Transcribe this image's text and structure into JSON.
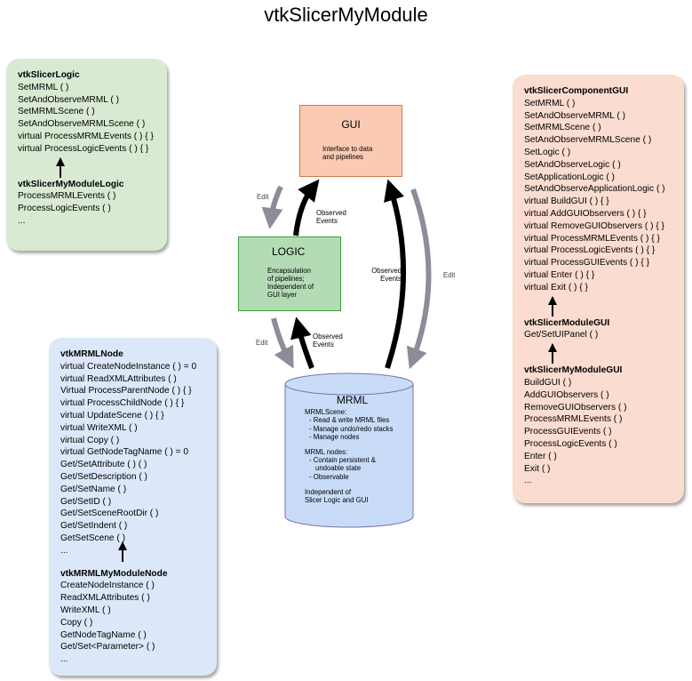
{
  "title": "vtkSlicerMyModule",
  "colors": {
    "logic_panel_bg": "#d9ead3",
    "gui_panel_bg": "#fbdcd0",
    "node_panel_bg": "#dce8f9",
    "gui_box_bg": "#fbcab2",
    "logic_box_bg": "#b3dcb5",
    "mrml_cylinder_bg": "#c8dcf8",
    "observed_arrow": "#000000",
    "edit_arrow": "#8e8c98"
  },
  "logic_panel": {
    "base_class": "vtkSlicerLogic",
    "base_methods": [
      "SetMRML ( )",
      "SetAndObserveMRML ( )",
      "SetMRMLScene ( )",
      "SetAndObserveMRMLScene ( )",
      "virtual ProcessMRMLEvents ( ) { }",
      "virtual ProcessLogicEvents ( ) { }"
    ],
    "derived_class": "vtkSlicerMyModuleLogic",
    "derived_methods": [
      "ProcessMRMLEvents ( )",
      "ProcessLogicEvents ( )",
      "..."
    ]
  },
  "gui_panel": {
    "base_class": "vtkSlicerComponentGUI",
    "base_methods": [
      "SetMRML ( )",
      "SetAndObserveMRML ( )",
      "SetMRMLScene ( )",
      "SetAndObserveMRMLScene ( )",
      "SetLogic ( )",
      "SetAndObserveLogic ( )",
      "SetApplicationLogic ( )",
      "SetAndObserveApplicationLogic ( )",
      "virtual BuildGUI ( ) { }",
      "virtual AddGUIObservers ( ) { }",
      "virtual RemoveGUIObservers ( ) { }",
      "virtual ProcessMRMLEvents ( ) { }",
      "virtual ProcessLogicEvents ( ) { }",
      "virtual ProcessGUIEvents ( ) { }",
      "virtual Enter ( ) { }",
      "virtual Exit ( ) { }"
    ],
    "middle_class": "vtkSlicerModuleGUI",
    "middle_methods": [
      "Get/SetUIPanel ( )"
    ],
    "derived_class": "vtkSlicerMyModuleGUI",
    "derived_methods": [
      "BuildGUI ( )",
      "AddGUIObservers ( )",
      "RemoveGUIObservers ( )",
      "ProcessMRMLEvents ( )",
      "ProcessGUIEvents ( )",
      "ProcessLogicEvents ( )",
      "Enter ( )",
      "Exit ( )",
      "..."
    ]
  },
  "node_panel": {
    "base_class": "vtkMRMLNode",
    "base_methods": [
      "virtual CreateNodeInstance ( ) = 0",
      "virtual ReadXMLAttributes ( )",
      "Virtual ProcessParentNode ( ) { }",
      "virtual ProcessChildNode ( ) { }",
      "virtual UpdateScene ( ) { }",
      "virtual WriteXML ( )",
      "virtual Copy ( )",
      "virtual GetNodeTagName ( ) = 0",
      "Get/SetAttribute ( ) ( )",
      "Get/SetDescription ( )",
      "Get/SetName ( )",
      "Get/SetID ( )",
      "Get/SetSceneRootDir ( )",
      "Get/SetIndent ( )",
      "GetSetScene ( )",
      "..."
    ],
    "derived_class": "vtkMRMLMyModuleNode",
    "derived_methods": [
      "CreateNodeInstance ( )",
      "ReadXMLAttributes ( )",
      "WriteXML ( )",
      "Copy ( )",
      "GetNodeTagName ( )",
      "Get/Set<Parameter> ( )",
      "..."
    ]
  },
  "gui_box": {
    "title": "GUI",
    "description": [
      "Interface to data",
      "and pipelines"
    ]
  },
  "logic_box": {
    "title": "LOGIC",
    "description": [
      "Encapsulation",
      "of pipelines;",
      "Independent of",
      "GUI layer"
    ]
  },
  "mrml_box": {
    "title": "MRML",
    "scene_heading": "MRMLScene:",
    "scene_items": [
      "- Read & write MRML files",
      "- Manage undo/redo stacks",
      "- Manage nodes"
    ],
    "nodes_heading": "MRML nodes:",
    "nodes_items": [
      "- Contain persistent &",
      "  undoable state",
      "- Observable"
    ],
    "footer": [
      "Independent of",
      "Slicer Logic and GUI"
    ]
  },
  "arrow_labels": {
    "edit_gui_to_logic": "Edit",
    "observed_logic_to_gui": [
      "Observed",
      "Events"
    ],
    "edit_logic_to_mrml": "Edit",
    "observed_mrml_to_logic": [
      "Observed",
      "Events"
    ],
    "observed_mrml_to_gui": [
      "Observed",
      "Events"
    ],
    "edit_gui_to_mrml": "Edit"
  }
}
